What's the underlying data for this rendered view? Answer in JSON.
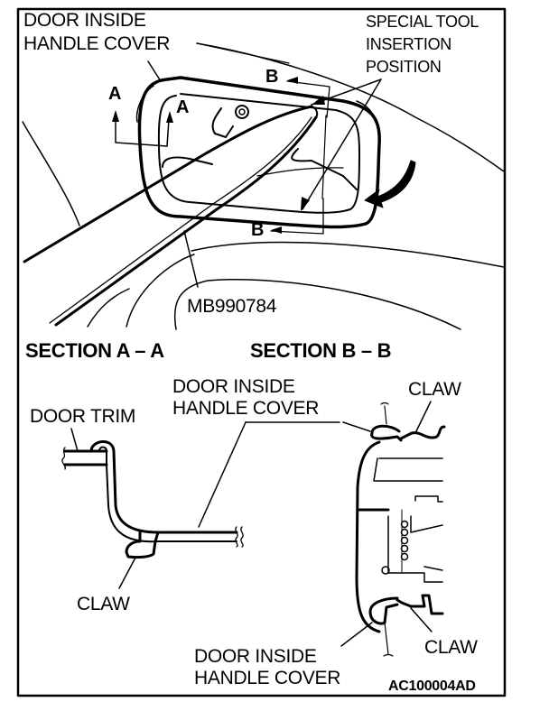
{
  "figure_code": "AC100004AD",
  "top_view": {
    "labels": {
      "door_inside_handle_cover": [
        "DOOR INSIDE",
        "HANDLE COVER"
      ],
      "special_tool_insertion_position": [
        "SPECIAL TOOL",
        "INSERTION",
        "POSITION"
      ],
      "special_tool_part_number": "MB990784"
    },
    "section_markers": {
      "a_left": "A",
      "a_right": "A",
      "b_top": "B",
      "b_bottom": "B"
    }
  },
  "section_a": {
    "title": "SECTION A – A",
    "labels": {
      "door_trim": "DOOR TRIM",
      "door_inside_handle_cover": [
        "DOOR INSIDE",
        "HANDLE COVER"
      ],
      "claw": "CLAW"
    }
  },
  "section_b": {
    "title": "SECTION B – B",
    "labels": {
      "claw_top": "CLAW",
      "claw_bottom": "CLAW",
      "door_inside_handle_cover": [
        "DOOR INSIDE",
        "HANDLE COVER"
      ]
    }
  },
  "colors": {
    "ink": "#000000",
    "paper": "#ffffff"
  }
}
